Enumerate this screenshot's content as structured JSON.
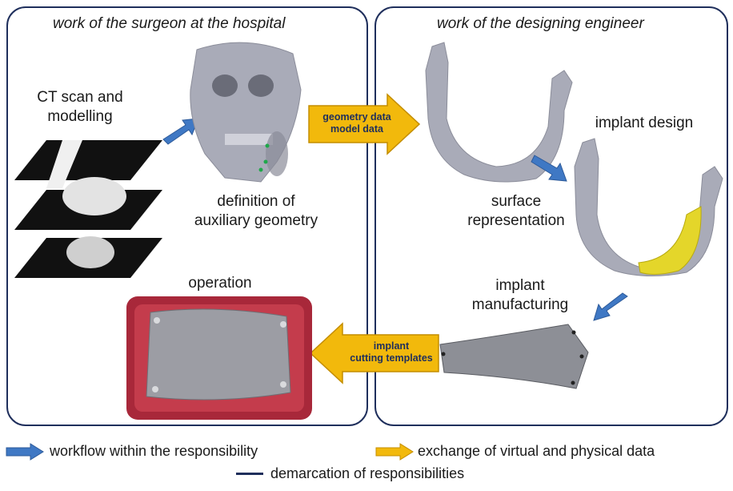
{
  "panels": {
    "surgeon_title": "work of the surgeon at the hospital",
    "engineer_title": "work of the designing engineer"
  },
  "steps": {
    "ct_scan": [
      "CT scan and",
      "modelling"
    ],
    "auxiliary": [
      "definition of",
      "auxiliary geometry"
    ],
    "operation": "operation",
    "surface": [
      "surface",
      "representation"
    ],
    "implant_design": "implant design",
    "manufacturing": [
      "implant",
      "manufacturing"
    ]
  },
  "exchanges": {
    "to_engineer": [
      "geometry data",
      "model data"
    ],
    "to_surgeon": [
      "implant",
      "cutting templates"
    ]
  },
  "legend": {
    "workflow": "workflow within the responsibility",
    "exchange": "exchange of virtual and physical data",
    "demarcation": "demarcation of responsibilities"
  },
  "colors": {
    "panel_border": "#1f2f5c",
    "workflow_arrow": "#3f78c4",
    "exchange_arrow": "#f2b90c",
    "implant_highlight": "#e4d62a",
    "bone": "#a9abb8"
  }
}
